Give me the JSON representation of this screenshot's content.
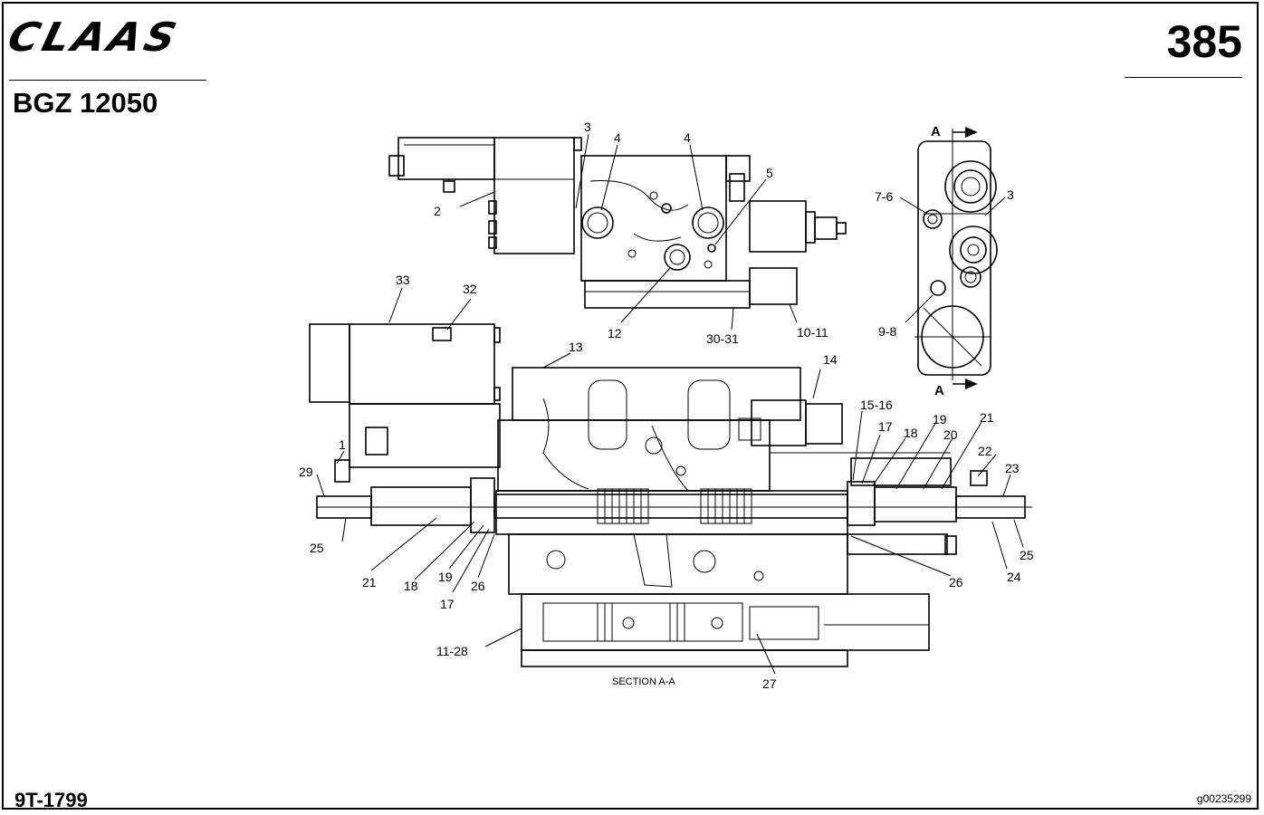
{
  "header": {
    "brand": "CLAAS",
    "model": "BGZ 12050",
    "page_number": "385"
  },
  "footer": {
    "document_number": "9T-1799",
    "image_id": "g00235299"
  },
  "diagram": {
    "section_caption": "SECTION A-A",
    "section_marker": "A",
    "callouts": {
      "top": [
        "2",
        "3",
        "4",
        "4",
        "5",
        "12",
        "30-31",
        "10-11"
      ],
      "end_view": [
        "7-6",
        "3",
        "9-8"
      ],
      "section": [
        "33",
        "32",
        "13",
        "14",
        "1",
        "29",
        "25",
        "21",
        "18",
        "19",
        "17",
        "26",
        "15-16",
        "17",
        "18",
        "19",
        "20",
        "21",
        "22",
        "23",
        "25",
        "24",
        "26",
        "11-28",
        "27"
      ]
    }
  }
}
